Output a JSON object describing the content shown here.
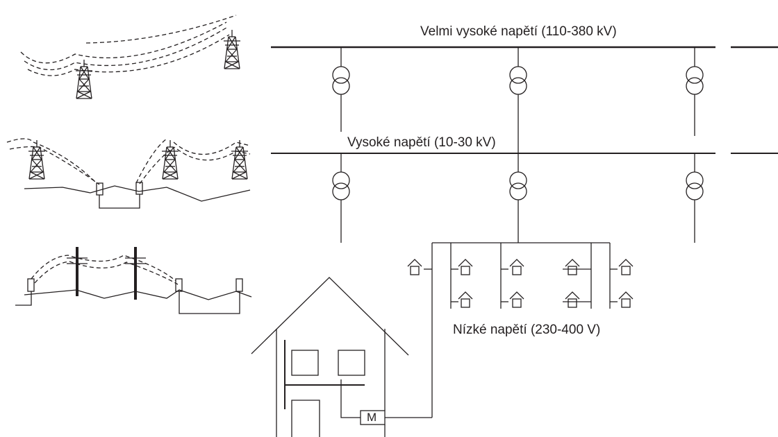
{
  "labels": {
    "very_high_voltage": "Velmi vysoké napětí (110-380 kV)",
    "high_voltage": "Vysoké napětí (10-30 kV)",
    "low_voltage": "Nízké napětí (230-400 V)",
    "meter": "M"
  },
  "colors": {
    "line": "#231f20",
    "background": "#ffffff"
  },
  "icons": [
    "transmission-tower-icon",
    "transformer-icon",
    "house-icon",
    "utility-pole-icon",
    "cable-terminal-icon",
    "meter-box"
  ]
}
